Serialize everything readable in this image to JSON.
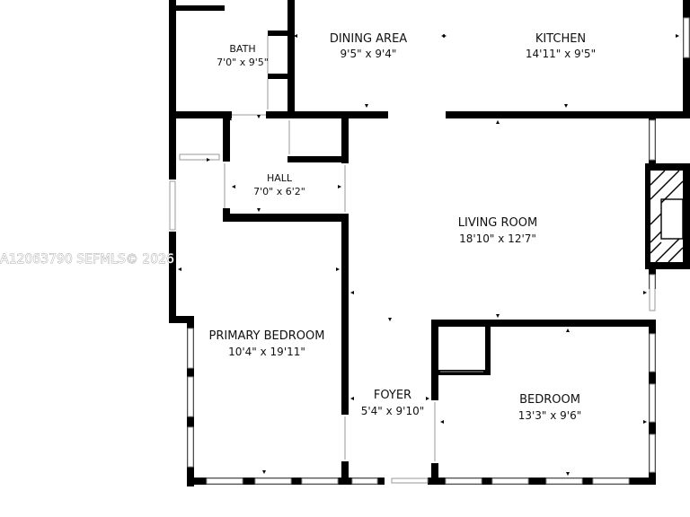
{
  "watermark": "A12063790  SEFMLS© 2026",
  "rooms": {
    "bath": {
      "name": "BATH",
      "dims": "7'0\" x 9'5\""
    },
    "dining": {
      "name": "DINING AREA",
      "dims": "9'5\" x 9'4\""
    },
    "kitchen": {
      "name": "KITCHEN",
      "dims": "14'11\" x 9'5\""
    },
    "hall": {
      "name": "HALL",
      "dims": "7'0\" x 6'2\""
    },
    "living": {
      "name": "LIVING ROOM",
      "dims": "18'10\" x 12'7\""
    },
    "primary": {
      "name": "PRIMARY BEDROOM",
      "dims": "10'4\" x 19'11\""
    },
    "foyer": {
      "name": "FOYER",
      "dims": "5'4\" x 9'10\""
    },
    "bedroom": {
      "name": "BEDROOM",
      "dims": "13'3\" x 9'6\""
    }
  },
  "colors": {
    "wall": "#000000",
    "background": "#ffffff",
    "window_outline": "#9a9a9a"
  }
}
